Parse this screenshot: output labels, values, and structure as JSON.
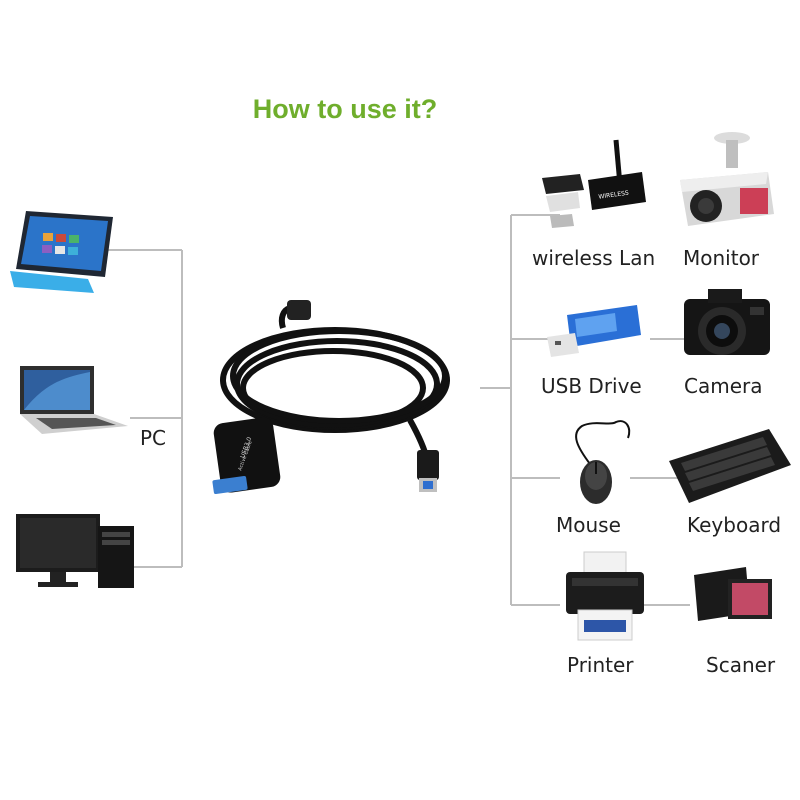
{
  "title": "How to use it?",
  "pc_label": "PC",
  "devices": {
    "wireless_lan": "wireless Lan",
    "monitor": "Monitor",
    "usb_drive": "USB Drive",
    "camera": "Camera",
    "mouse": "Mouse",
    "keyboard": "Keyboard",
    "printer": "Printer",
    "scanner": "Scaner"
  },
  "cable_text": {
    "line1": "USB3.0",
    "line2": "Active Cable"
  },
  "colors": {
    "title": "#6fae2c",
    "connector_lines": "#bdbdbd"
  }
}
